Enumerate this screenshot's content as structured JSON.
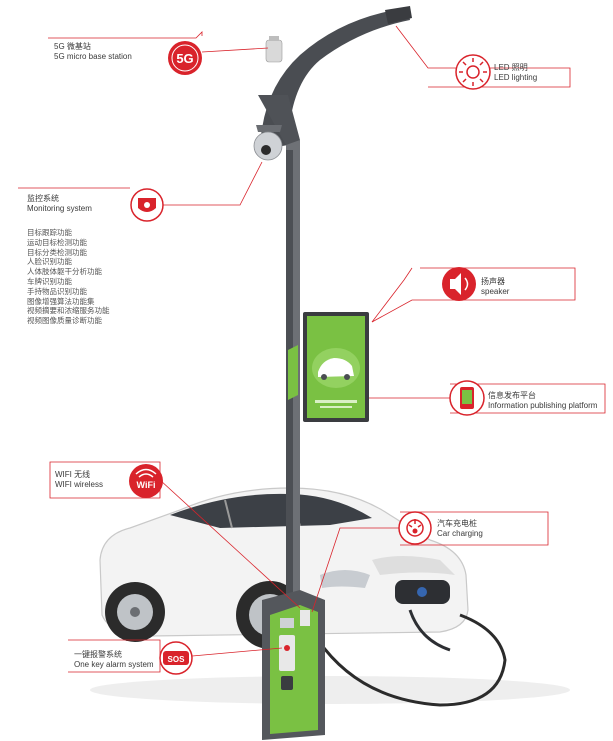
{
  "colors": {
    "accent": "#d9232b",
    "green": "#7ac143",
    "pole": "#4a4d52",
    "line": "#d9232b"
  },
  "callouts": [
    {
      "zh": "5G 微基站",
      "en": "5G micro base station",
      "icon": "5g-badge-icon",
      "icon_text": "5G"
    },
    {
      "zh": "LED 照明",
      "en": "LED lighting",
      "icon": "sun-icon"
    },
    {
      "zh": "监控系统",
      "en": "Monitoring system",
      "icon": "camera-icon"
    },
    {
      "zh": "扬声器",
      "en": "speaker",
      "icon": "speaker-icon"
    },
    {
      "zh": "信息发布平台",
      "en": "Information publishing platform",
      "icon": "display-icon"
    },
    {
      "zh": "WIFI 无线",
      "en": "WIFI wireless",
      "icon": "wifi-icon",
      "icon_text": "WiFi"
    },
    {
      "zh": "汽车充电桩",
      "en": "Car charging",
      "icon": "charger-icon"
    },
    {
      "zh": "一键报警系统",
      "en": "One key alarm system",
      "icon": "sos-icon",
      "icon_text": "SOS"
    }
  ],
  "monitoring_features": [
    "目标跟踪功能",
    "运动目标检测功能",
    "目标分类检测功能",
    "人脸识别功能",
    "人体肢体躯干分析功能",
    "车牌识别功能",
    "手持物品识别功能",
    "图像增强算法功能集",
    "视频摘要和浓缩服务功能",
    "视频图像质量诊断功能"
  ]
}
